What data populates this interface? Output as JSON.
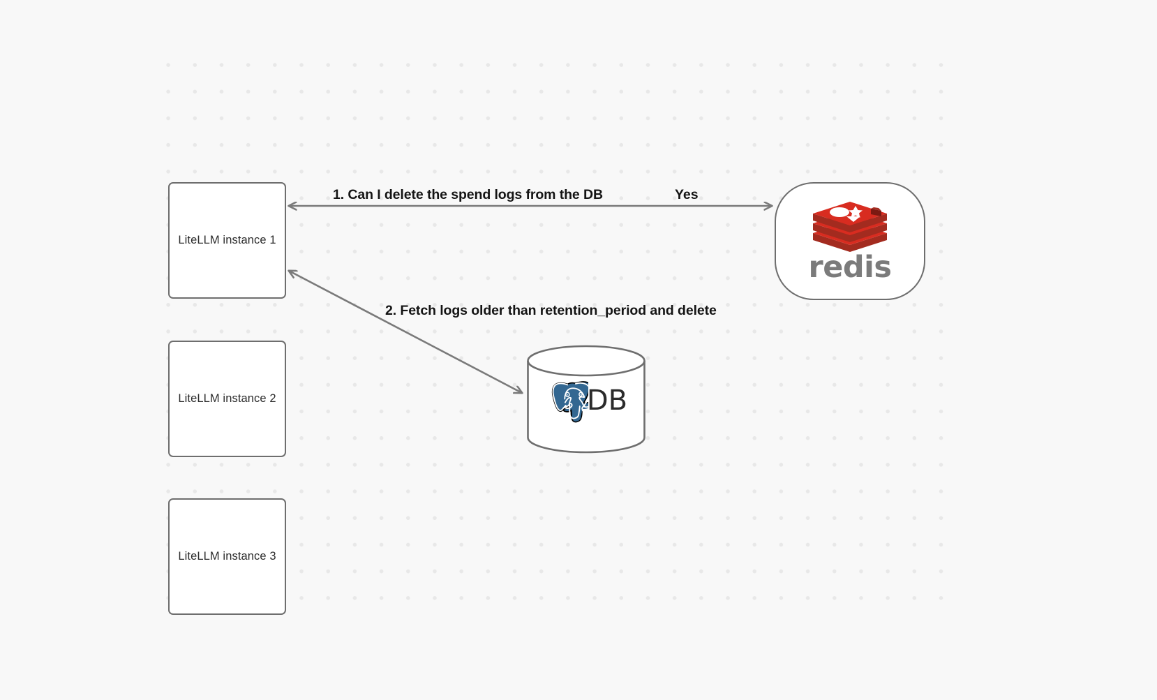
{
  "diagram": {
    "background_color": "#f8f8f8",
    "grid_dot_color": "#e8e8e8",
    "node_stroke_color": "#6e6e6e",
    "edge_color": "#7a7a7a",
    "nodes": [
      {
        "id": "litellm-1",
        "label": "LiteLLM instance 1",
        "shape": "rounded-rect"
      },
      {
        "id": "litellm-2",
        "label": "LiteLLM instance 2",
        "shape": "rounded-rect"
      },
      {
        "id": "litellm-3",
        "label": "LiteLLM instance 3",
        "shape": "rounded-rect"
      },
      {
        "id": "redis",
        "label": "redis",
        "shape": "stadium",
        "logo": "redis-logo-icon",
        "brand_color": "#d82c20"
      },
      {
        "id": "database",
        "label": "DB",
        "shape": "cylinder",
        "logo": "postgresql-elephant-icon",
        "brand_color": "#336791"
      }
    ],
    "edges": [
      {
        "id": "edge-1",
        "from": "litellm-1",
        "to": "redis",
        "label": "1.  Can I delete the spend logs from the DB",
        "reply_label": "Yes",
        "bidirectional": true
      },
      {
        "id": "edge-2",
        "from": "litellm-1",
        "to": "database",
        "label": "2.  Fetch logs older than retention_period and delete",
        "bidirectional": true
      }
    ]
  }
}
